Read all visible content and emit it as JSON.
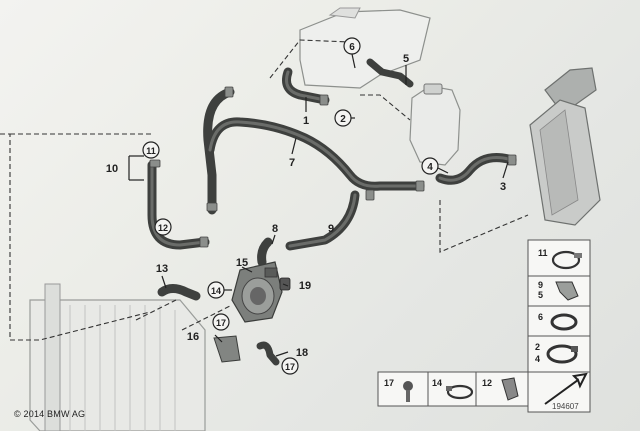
{
  "callouts": {
    "c1": "1",
    "c2": "2",
    "c3": "3",
    "c4": "4",
    "c5": "5",
    "c6": "6",
    "c7": "7",
    "c8": "8",
    "c9": "9",
    "c10": "10",
    "c11": "11",
    "c12": "12",
    "c13": "13",
    "c14": "14",
    "c15": "15",
    "c16": "16",
    "c17": "17",
    "c18": "18",
    "c19": "19",
    "c17b": "17"
  },
  "legend": {
    "r1": "11",
    "r2": "9",
    "r3": "5",
    "r4": "6",
    "r5a": "2",
    "r5b": "4",
    "b1": "17",
    "b2": "14",
    "b3": "12"
  },
  "footer": {
    "copyright": "© 2014 BMW AG",
    "ref": "194607"
  }
}
